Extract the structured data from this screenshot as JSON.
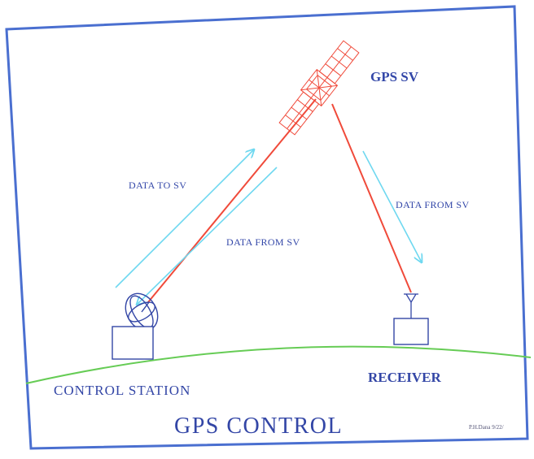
{
  "diagram": {
    "title": "GPS CONTROL",
    "satellite_label": "GPS SV",
    "uplink_label": "DATA TO SV",
    "downlink_to_station_label": "DATA FROM SV",
    "downlink_to_receiver_label": "DATA FROM SV",
    "control_station_label": "CONTROL STATION",
    "receiver_label": "RECEIVER",
    "credit": "P.H.Dana 9/22/"
  },
  "colors": {
    "frame": "#4a6fd0",
    "signal": "#f04a3a",
    "data_arrow": "#6fd8f0",
    "horizon": "#66cc55",
    "label_blue": "#3347a8",
    "ink": "#3346a6"
  },
  "icons": {
    "satellite": "satellite-icon",
    "dish": "antenna-dish-icon",
    "receiver_antenna": "antenna-icon"
  }
}
